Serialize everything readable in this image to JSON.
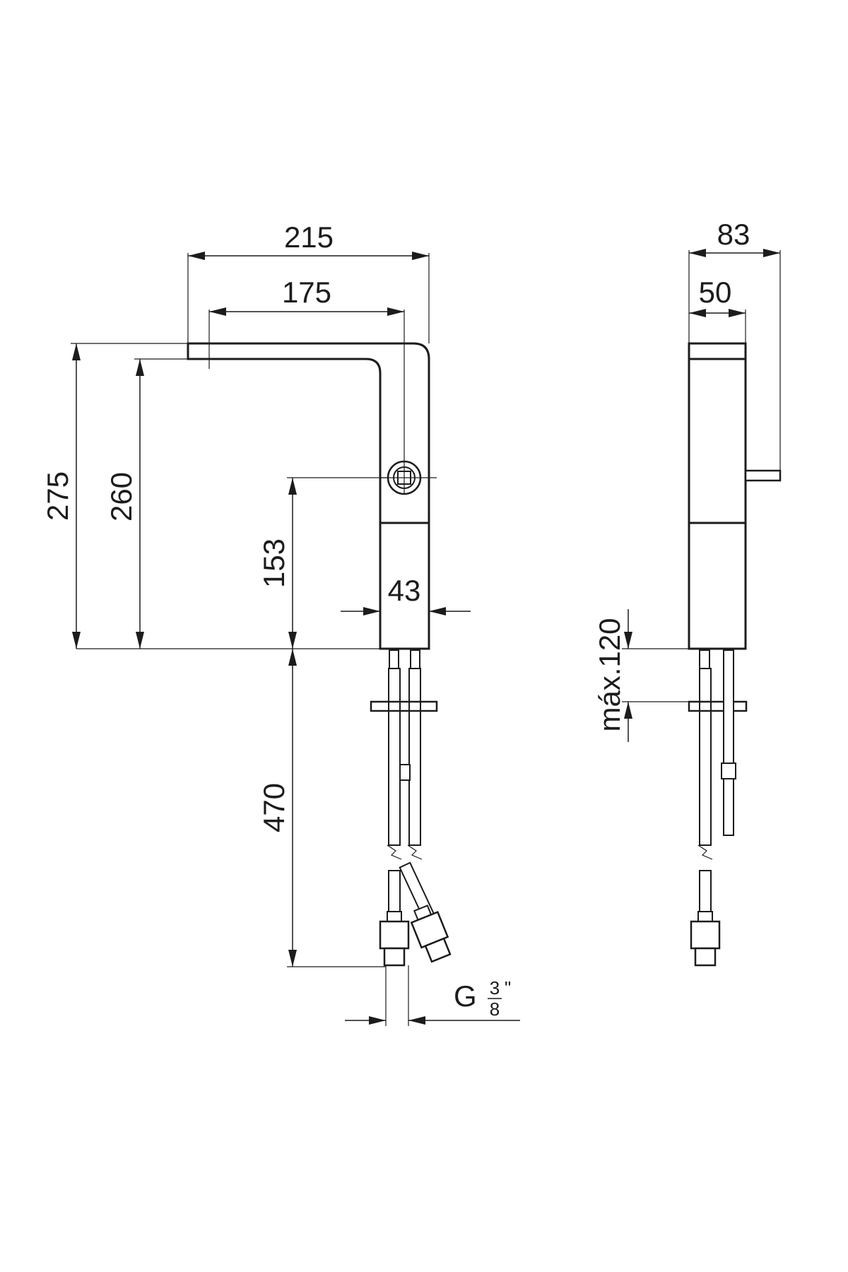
{
  "front_view": {
    "dimensions": {
      "overall_reach": "215",
      "spout_reach": "175",
      "overall_height": "275",
      "spout_height": "260",
      "lever_height": "153",
      "body_width": "43",
      "hose_length": "470"
    },
    "connection": {
      "prefix": "G",
      "numerator": "3",
      "denominator": "8",
      "suffix": "\""
    }
  },
  "side_view": {
    "dimensions": {
      "overall_depth": "83",
      "body_depth": "50",
      "max_deck_thickness": "máx.120"
    }
  }
}
